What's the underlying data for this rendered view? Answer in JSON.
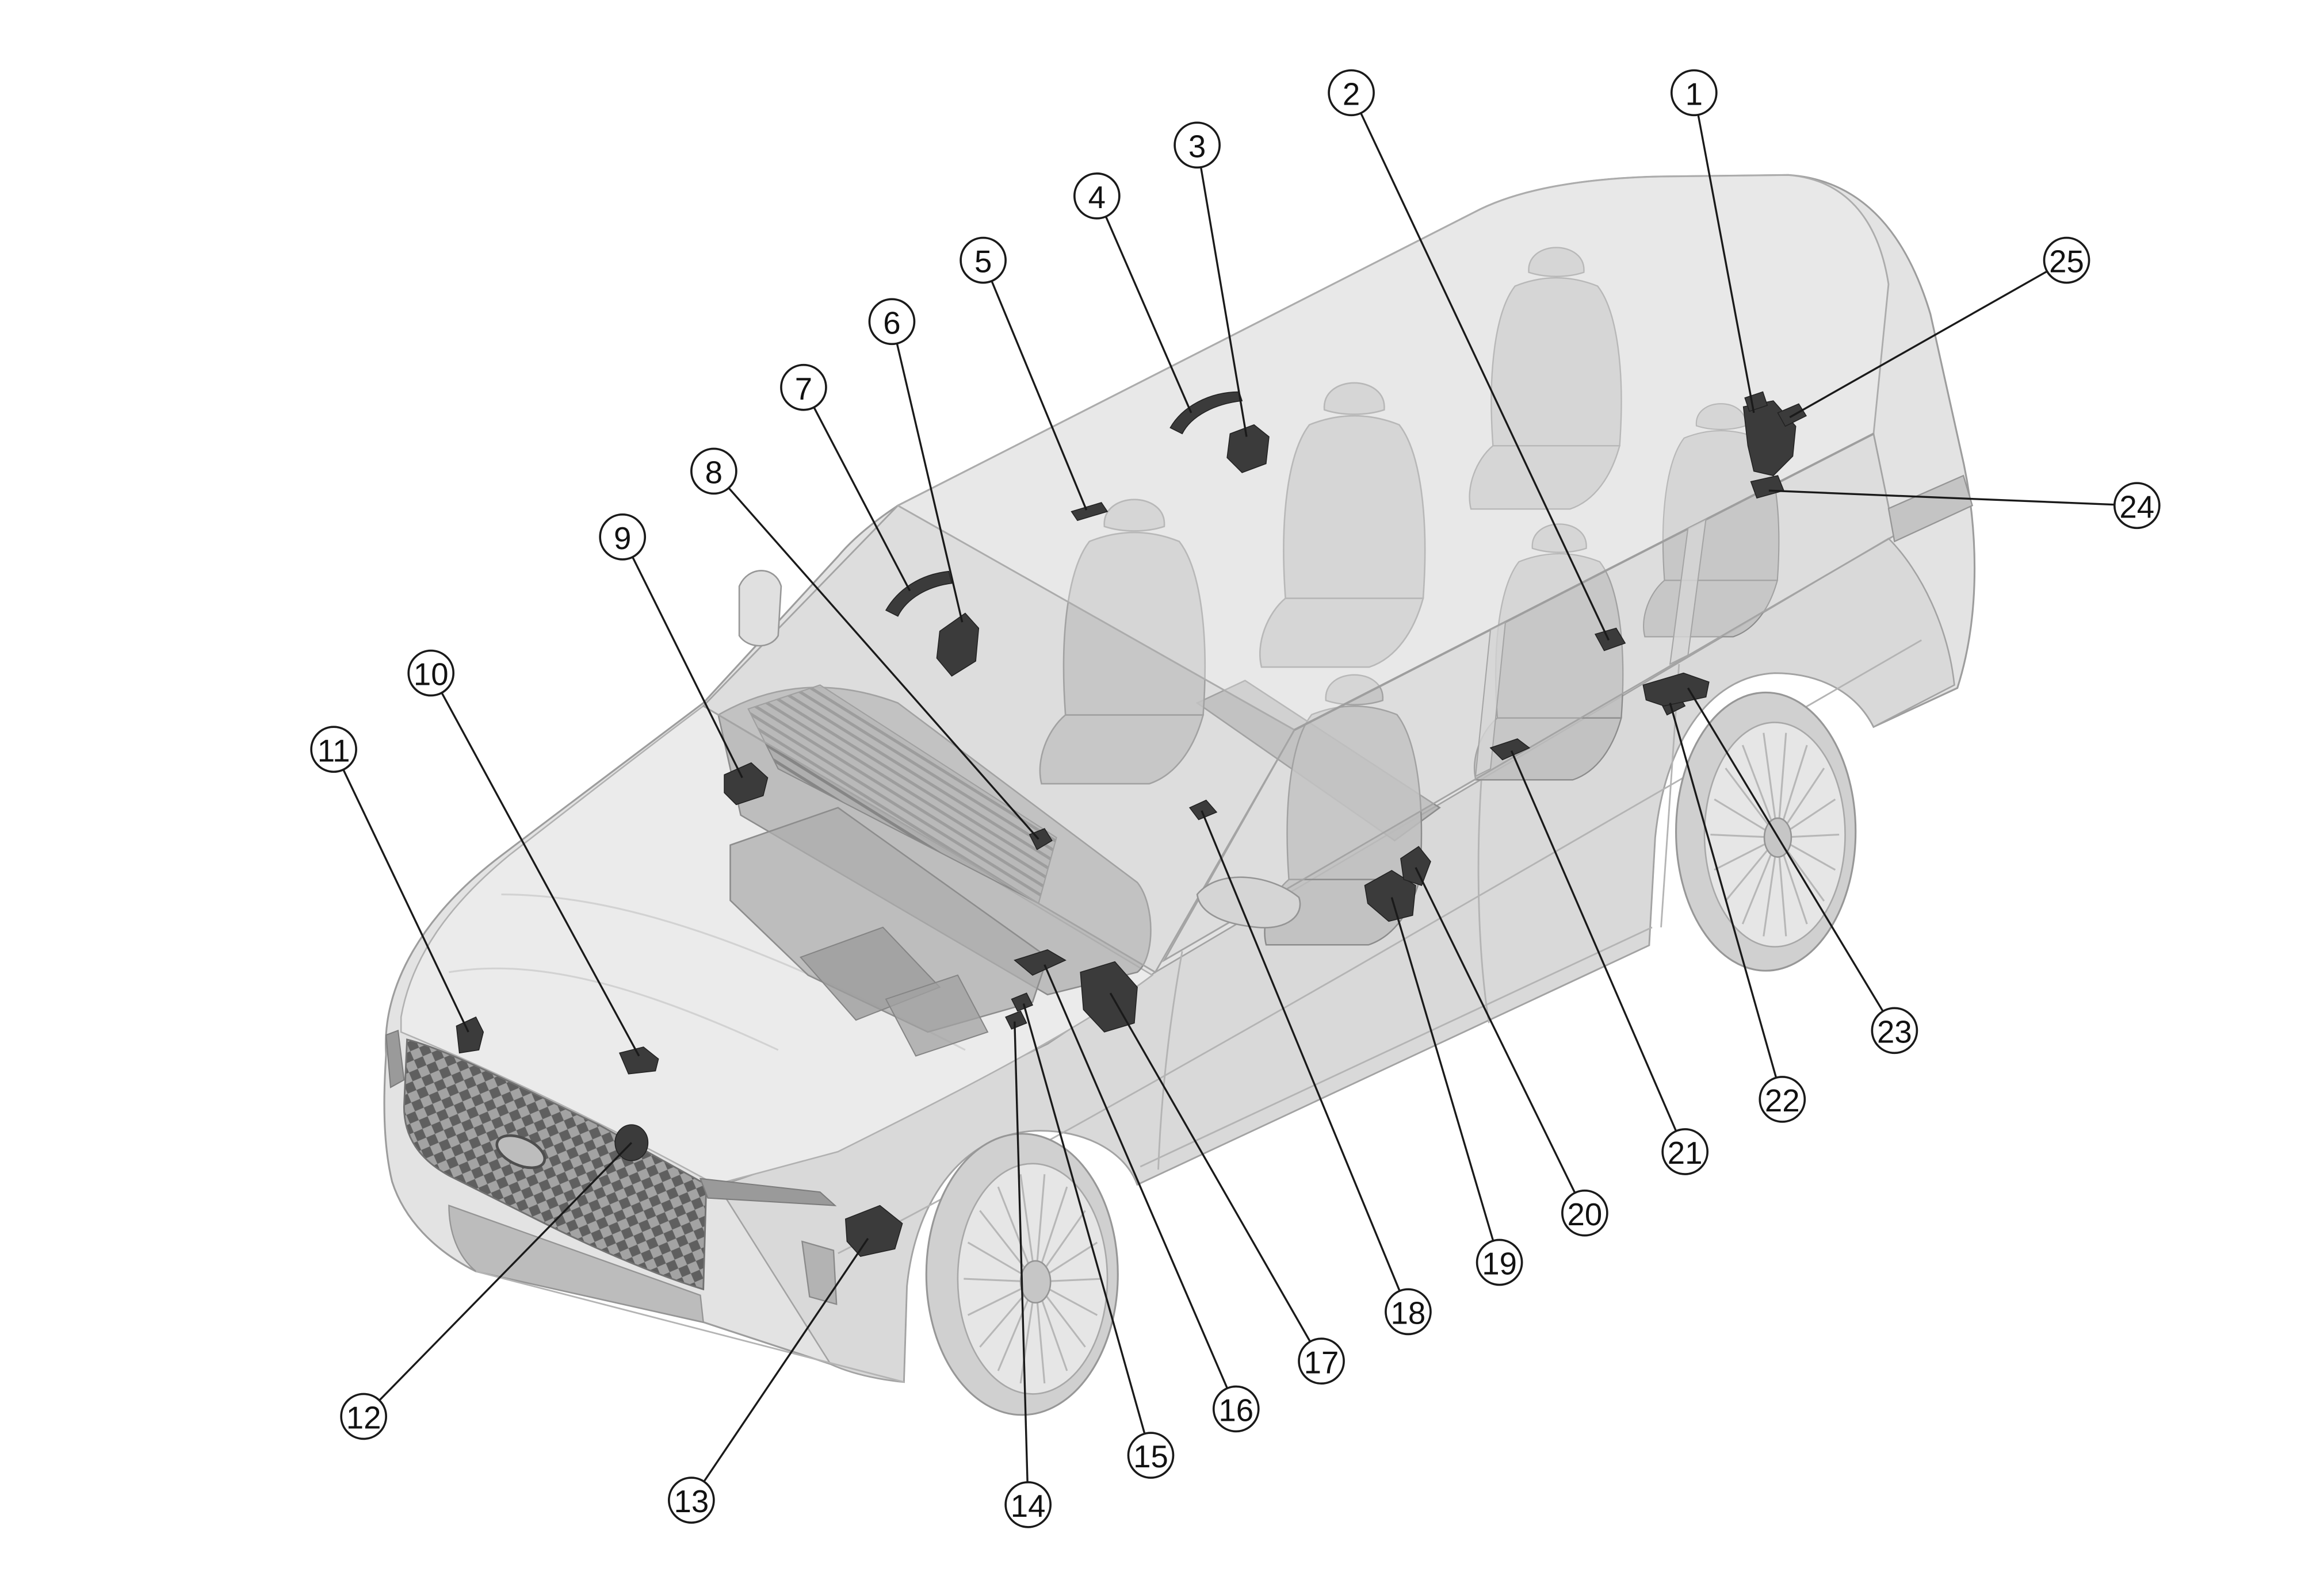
{
  "diagram": {
    "callouts": [
      {
        "label": "1"
      },
      {
        "label": "2"
      },
      {
        "label": "3"
      },
      {
        "label": "4"
      },
      {
        "label": "5"
      },
      {
        "label": "6"
      },
      {
        "label": "7"
      },
      {
        "label": "8"
      },
      {
        "label": "9"
      },
      {
        "label": "10"
      },
      {
        "label": "11"
      },
      {
        "label": "12"
      },
      {
        "label": "13"
      },
      {
        "label": "14"
      },
      {
        "label": "15"
      },
      {
        "label": "16"
      },
      {
        "label": "17"
      },
      {
        "label": "18"
      },
      {
        "label": "19"
      },
      {
        "label": "20"
      },
      {
        "label": "21"
      },
      {
        "label": "22"
      },
      {
        "label": "23"
      },
      {
        "label": "24"
      },
      {
        "label": "25"
      }
    ]
  },
  "colors": {
    "background": "#ffffff",
    "leader_line": "#1a1a1a",
    "callout_ring": "#1a1a1a",
    "callout_fill": "#ffffff",
    "callout_text": "#111111",
    "vehicle_body": "#e3e3e3",
    "component": "#3b3b3b",
    "wheel_spoke": "#b7b7b7"
  }
}
